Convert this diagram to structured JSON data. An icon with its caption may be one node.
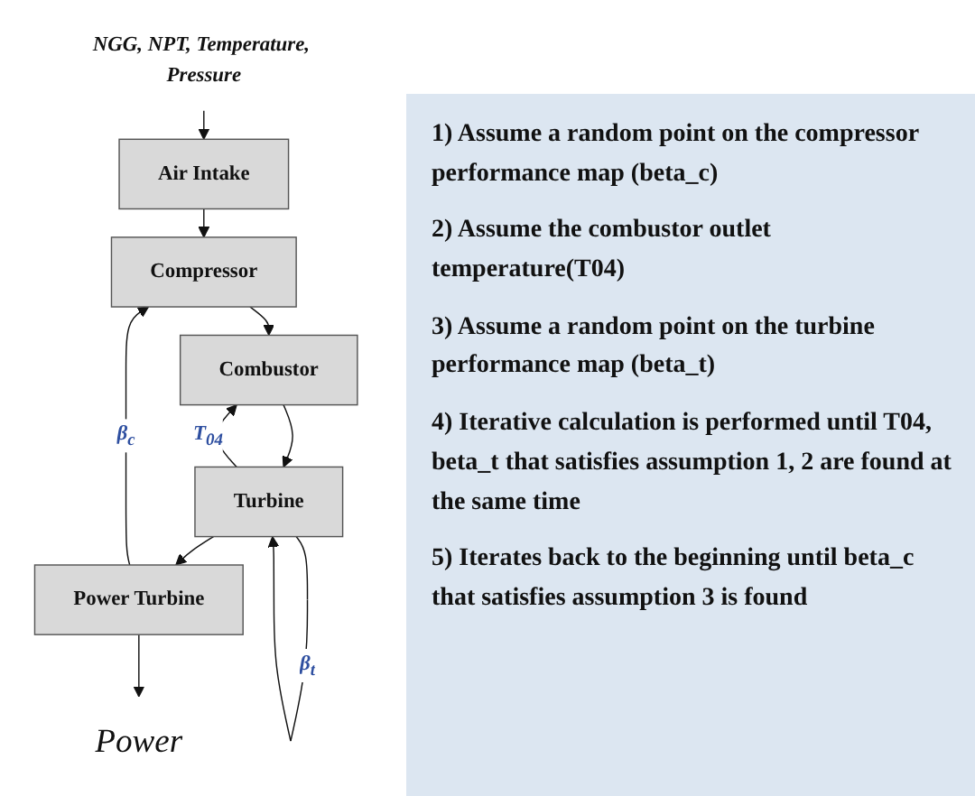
{
  "diagram": {
    "nodes": [
      {
        "text": [
          "NGG, NPT, Temperature, Pressure"
        ]
      },
      {
        "text": [
          "Air Intake"
        ]
      },
      {
        "text": [
          "Compressor"
        ]
      },
      {
        "text": [
          "Combustor"
        ]
      },
      {
        "text": [
          "Turbine"
        ]
      },
      {
        "text": [
          "Power Turbine"
        ]
      },
      {
        "text": [
          "Power"
        ]
      }
    ],
    "edges": [
      {
        "from": 0,
        "to": 1,
        "arrow": "to"
      },
      {
        "from": 1,
        "to": 2,
        "arrow": "to"
      },
      {
        "from": 2,
        "to": 3,
        "arrow": "to"
      },
      {
        "from": 3,
        "to": 4,
        "arrow": "to"
      },
      {
        "from": 4,
        "to": 5,
        "arrow": "to"
      },
      {
        "from": 5,
        "to": 6,
        "arrow": "to"
      },
      {
        "from": 5,
        "to": 2,
        "label": "β$_{c}$",
        "arrow": "to"
      },
      {
        "from": 4,
        "to": 3,
        "label": "T$_{04}$",
        "arrow": "to"
      },
      {
        "from": 4,
        "to": 4,
        "label": "β$_{t}$",
        "arrow": "to"
      }
    ],
    "labels": [
      "1) Assume a random point on the compressor performance map (beta_c)",
      "2) Assume the combustor outlet temperature(T04)",
      "3) Assume a random point on the turbine performance map (beta_t)",
      "4) Iterative calculation is performed until T04, beta_t that satisfies assumption 1, 2 are found at the same time",
      "5) Iterates back to the beginning until beta_c that satisfies assumption 3 is found"
    ]
  }
}
